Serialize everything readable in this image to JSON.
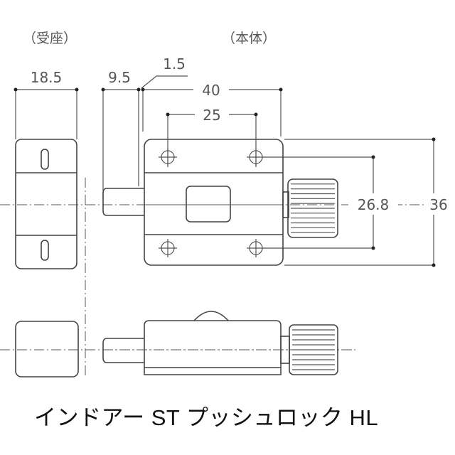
{
  "labels": {
    "strike": "（受座）",
    "body": "（本体）"
  },
  "dimensions": {
    "strike_width": "18.5",
    "bolt_projection": "9.5",
    "gap": "1.5",
    "body_length": "40",
    "hole_pitch_h": "25",
    "hole_pitch_v": "26.8",
    "body_height": "36"
  },
  "title": "インドアー ST プッシュロック HL"
}
